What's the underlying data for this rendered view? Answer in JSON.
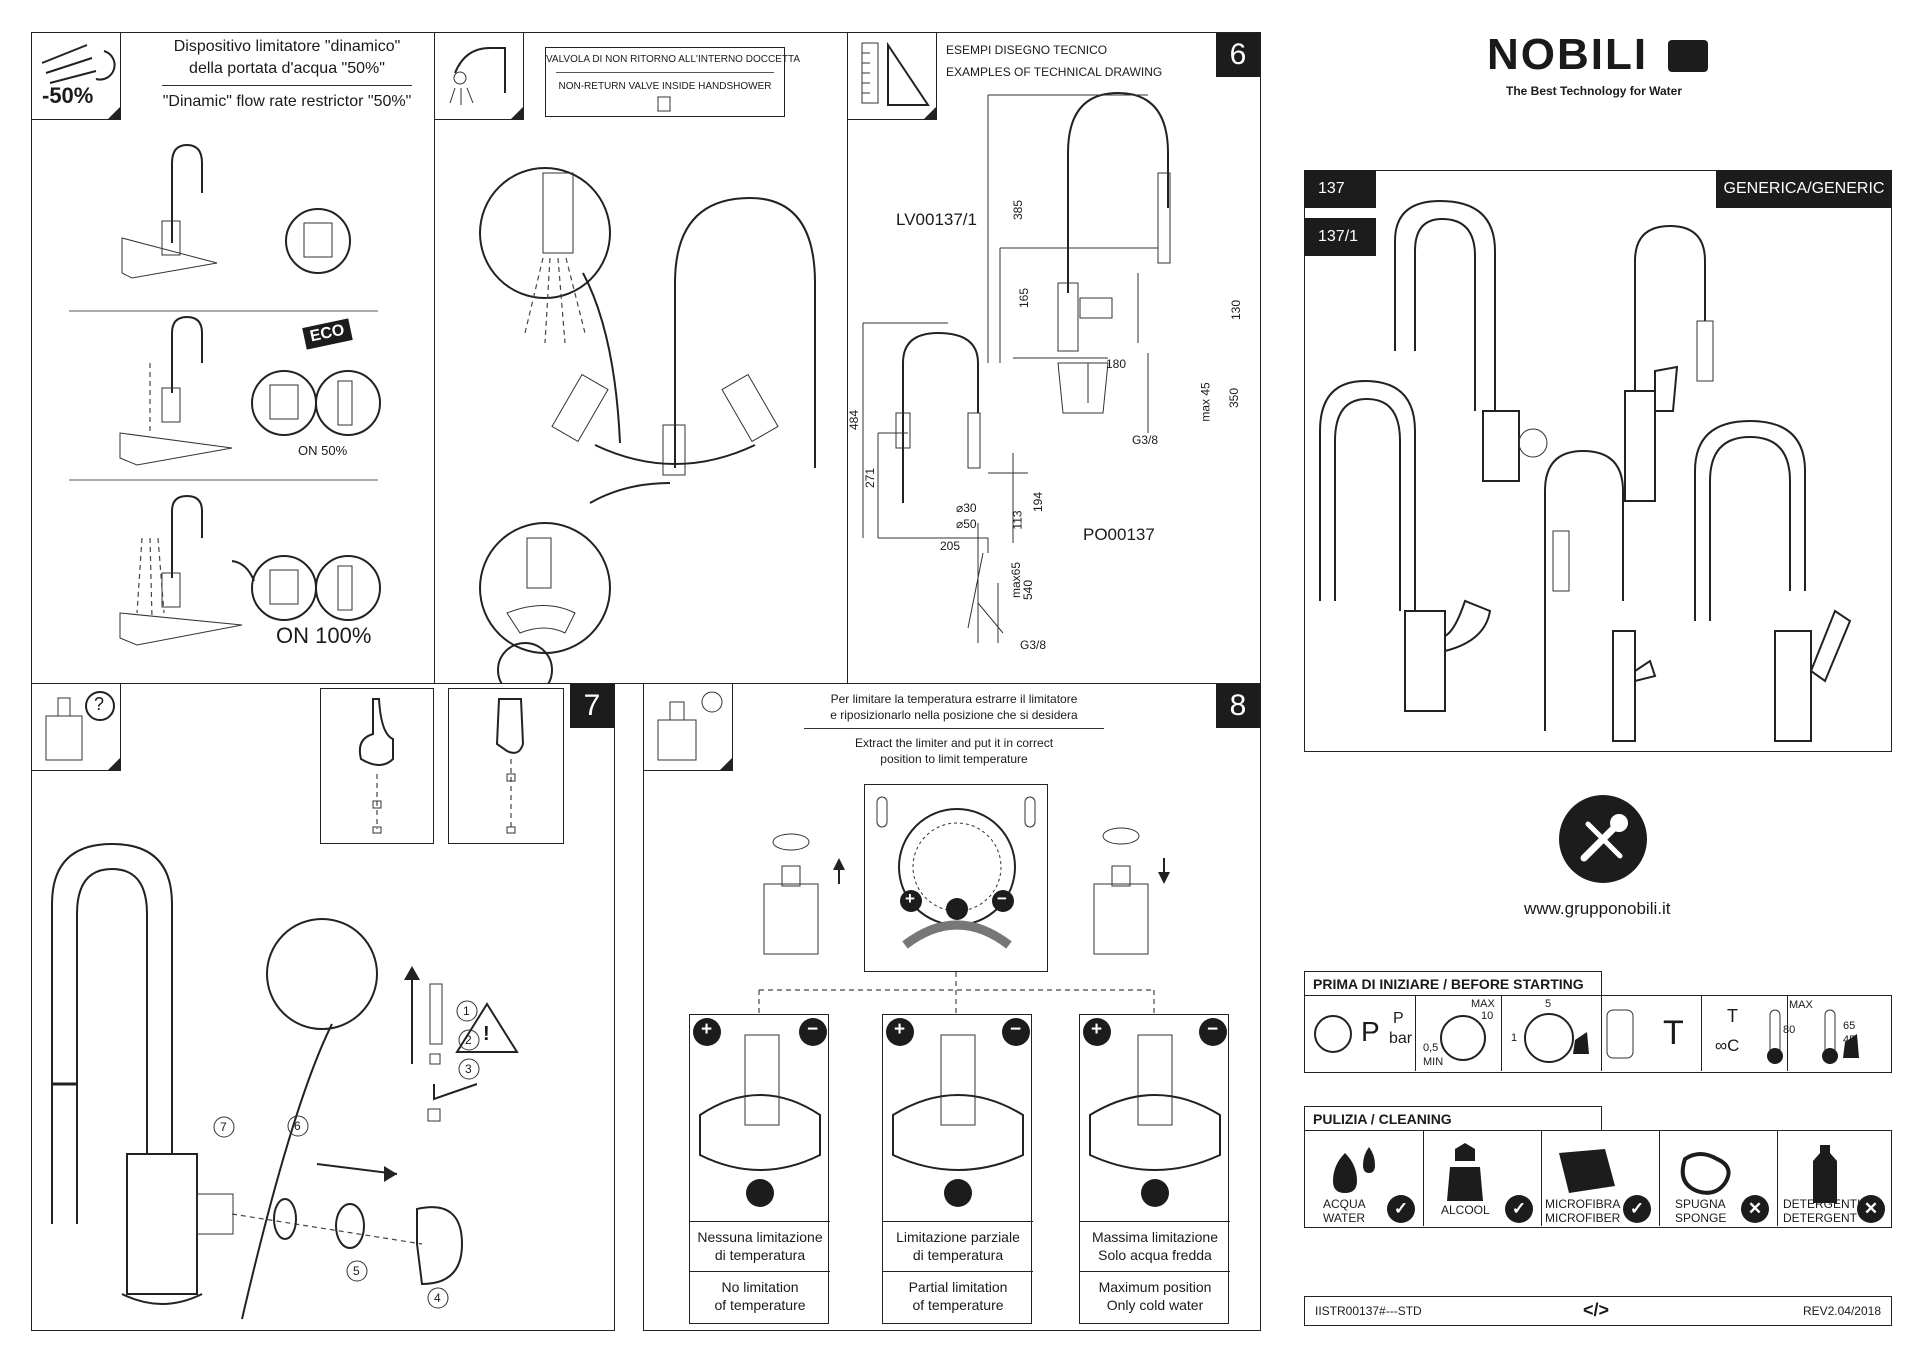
{
  "brand": {
    "logo": "NOBILI",
    "tagline": "The Best Technology for Water",
    "website": "www.grupponobili.it"
  },
  "panel1": {
    "badge": "-50%",
    "title_it_1": "Dispositivo limitatore \"dinamico\"",
    "title_it_2": "della portata d'acqua \"50%\"",
    "title_en": "\"Dinamic\" flow rate restrictor \"50%\"",
    "eco": "ECO",
    "on50": "ON  50%",
    "on100": "ON 100%"
  },
  "panel2": {
    "valve_it": "VALVOLA DI NON RITORNO ALL'INTERNO DOCCETTA",
    "valve_en": "NON-RETURN VALVE INSIDE HANDSHOWER"
  },
  "panel6": {
    "number": "6",
    "title_it": "ESEMPI DISEGNO TECNICO",
    "title_en": "EXAMPLES OF TECHNICAL DRAWING",
    "model_a": "LV00137/1",
    "model_b": "PO00137",
    "dims": [
      "385",
      "165",
      "130",
      "180",
      "350",
      "max 45",
      "G3/8",
      "484",
      "271",
      "194",
      "113",
      "⌀30",
      "⌀50",
      "205",
      "max65",
      "540",
      "G3/8"
    ]
  },
  "panel7": {
    "number": "7",
    "question": "?",
    "callouts": [
      "1",
      "2",
      "3",
      "4",
      "5",
      "6",
      "7"
    ],
    "warning": "!"
  },
  "panel8": {
    "number": "8",
    "instr_it_1": "Per limitare la temperatura estrarre il limitatore",
    "instr_it_2": "e riposizionarlo nella posizione che si desidera",
    "instr_en_1": "Extract the limiter and put it in correct",
    "instr_en_2": "position to limit temperature",
    "plus": "+",
    "minus": "−",
    "options": [
      {
        "it_1": "Nessuna limitazione",
        "it_2": "di temperatura",
        "en_1": "No limitation",
        "en_2": "of temperature"
      },
      {
        "it_1": "Limitazione parziale",
        "it_2": "di temperatura",
        "en_1": "Partial limitation",
        "en_2": "of temperature"
      },
      {
        "it_1": "Massima limitazione",
        "it_2": "Solo acqua fredda",
        "en_1": "Maximum position",
        "en_2": "Only cold water"
      }
    ]
  },
  "products": {
    "code_a": "137",
    "code_b": "137/1",
    "generic": "GENERICA/GENERIC"
  },
  "before": {
    "title": "PRIMA DI INIZIARE  / BEFORE STARTING",
    "p": "P",
    "p_unit_1": "P",
    "p_unit_2": "bar",
    "max": "MAX",
    "max_val": "10",
    "min_val": "0,5",
    "min": "MIN",
    "gauge_hi": "5",
    "gauge_lo": "1",
    "t": "T",
    "t2": "T",
    "inf_c": "∞C",
    "temp_max": "MAX",
    "temp_80": "80",
    "temp_65": "65",
    "temp_45": "45"
  },
  "cleaning": {
    "title": "PULIZIA  /  CLEANING",
    "items": [
      {
        "l1": "ACQUA",
        "l2": "WATER",
        "ok": true
      },
      {
        "l1": "ALCOOL",
        "l2": "",
        "ok": true
      },
      {
        "l1": "MICROFIBRA",
        "l2": "MICROFIBER",
        "ok": true
      },
      {
        "l1": "SPUGNA",
        "l2": "SPONGE",
        "ok": false
      },
      {
        "l1": "DETERGENTI",
        "l2": "DETERGENT",
        "ok": false
      }
    ]
  },
  "footer": {
    "code": "IISTR00137#---STD",
    "rev": "REV2.04/2018",
    "symbol": "</>"
  },
  "symbols": {
    "ok": "✓",
    "no": "✕"
  }
}
